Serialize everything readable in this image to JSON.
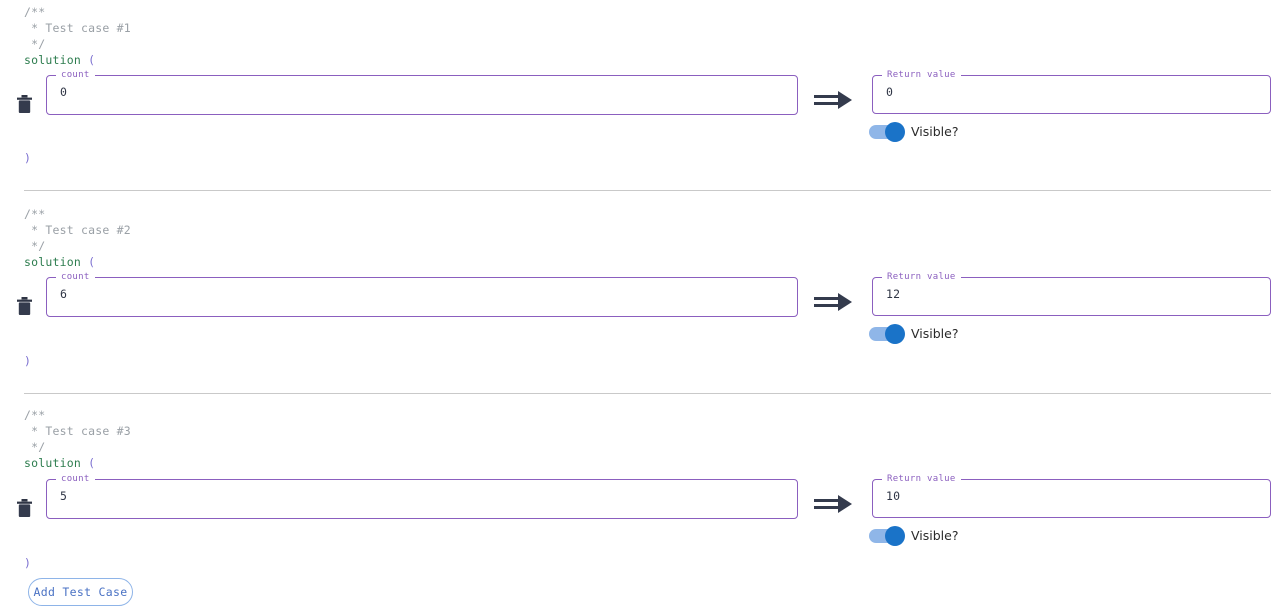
{
  "editor": {
    "comment_open": "/**",
    "comment_close": " */",
    "function_name": "solution",
    "open_paren": "(",
    "close_paren": ")",
    "input_label": "count",
    "return_label": "Return value",
    "visible_label": "Visible?",
    "delete_icon": "trash-icon",
    "arrow_icon": "double-arrow-right-icon",
    "add_button_label": "Add Test Case",
    "colors": {
      "field_border": "#8b5fbf",
      "field_label": "#8b5fbf",
      "comment": "#9aa0a6",
      "function": "#2e7d4f",
      "paren": "#7b6fd0",
      "toggle_track": "#8fb6e8",
      "toggle_knob": "#1a73c8",
      "add_button_border": "#8eb4e8",
      "add_button_text": "#4a72c4",
      "divider": "#c9c9c9",
      "icon": "#2f3545"
    }
  },
  "test_cases": [
    {
      "comment_title": " * Test case #1",
      "count_value": "0",
      "return_value": "0",
      "visible": true
    },
    {
      "comment_title": " * Test case #2",
      "count_value": "6",
      "return_value": "12",
      "visible": true
    },
    {
      "comment_title": " * Test case #3",
      "count_value": "5",
      "return_value": "10",
      "visible": true
    }
  ]
}
